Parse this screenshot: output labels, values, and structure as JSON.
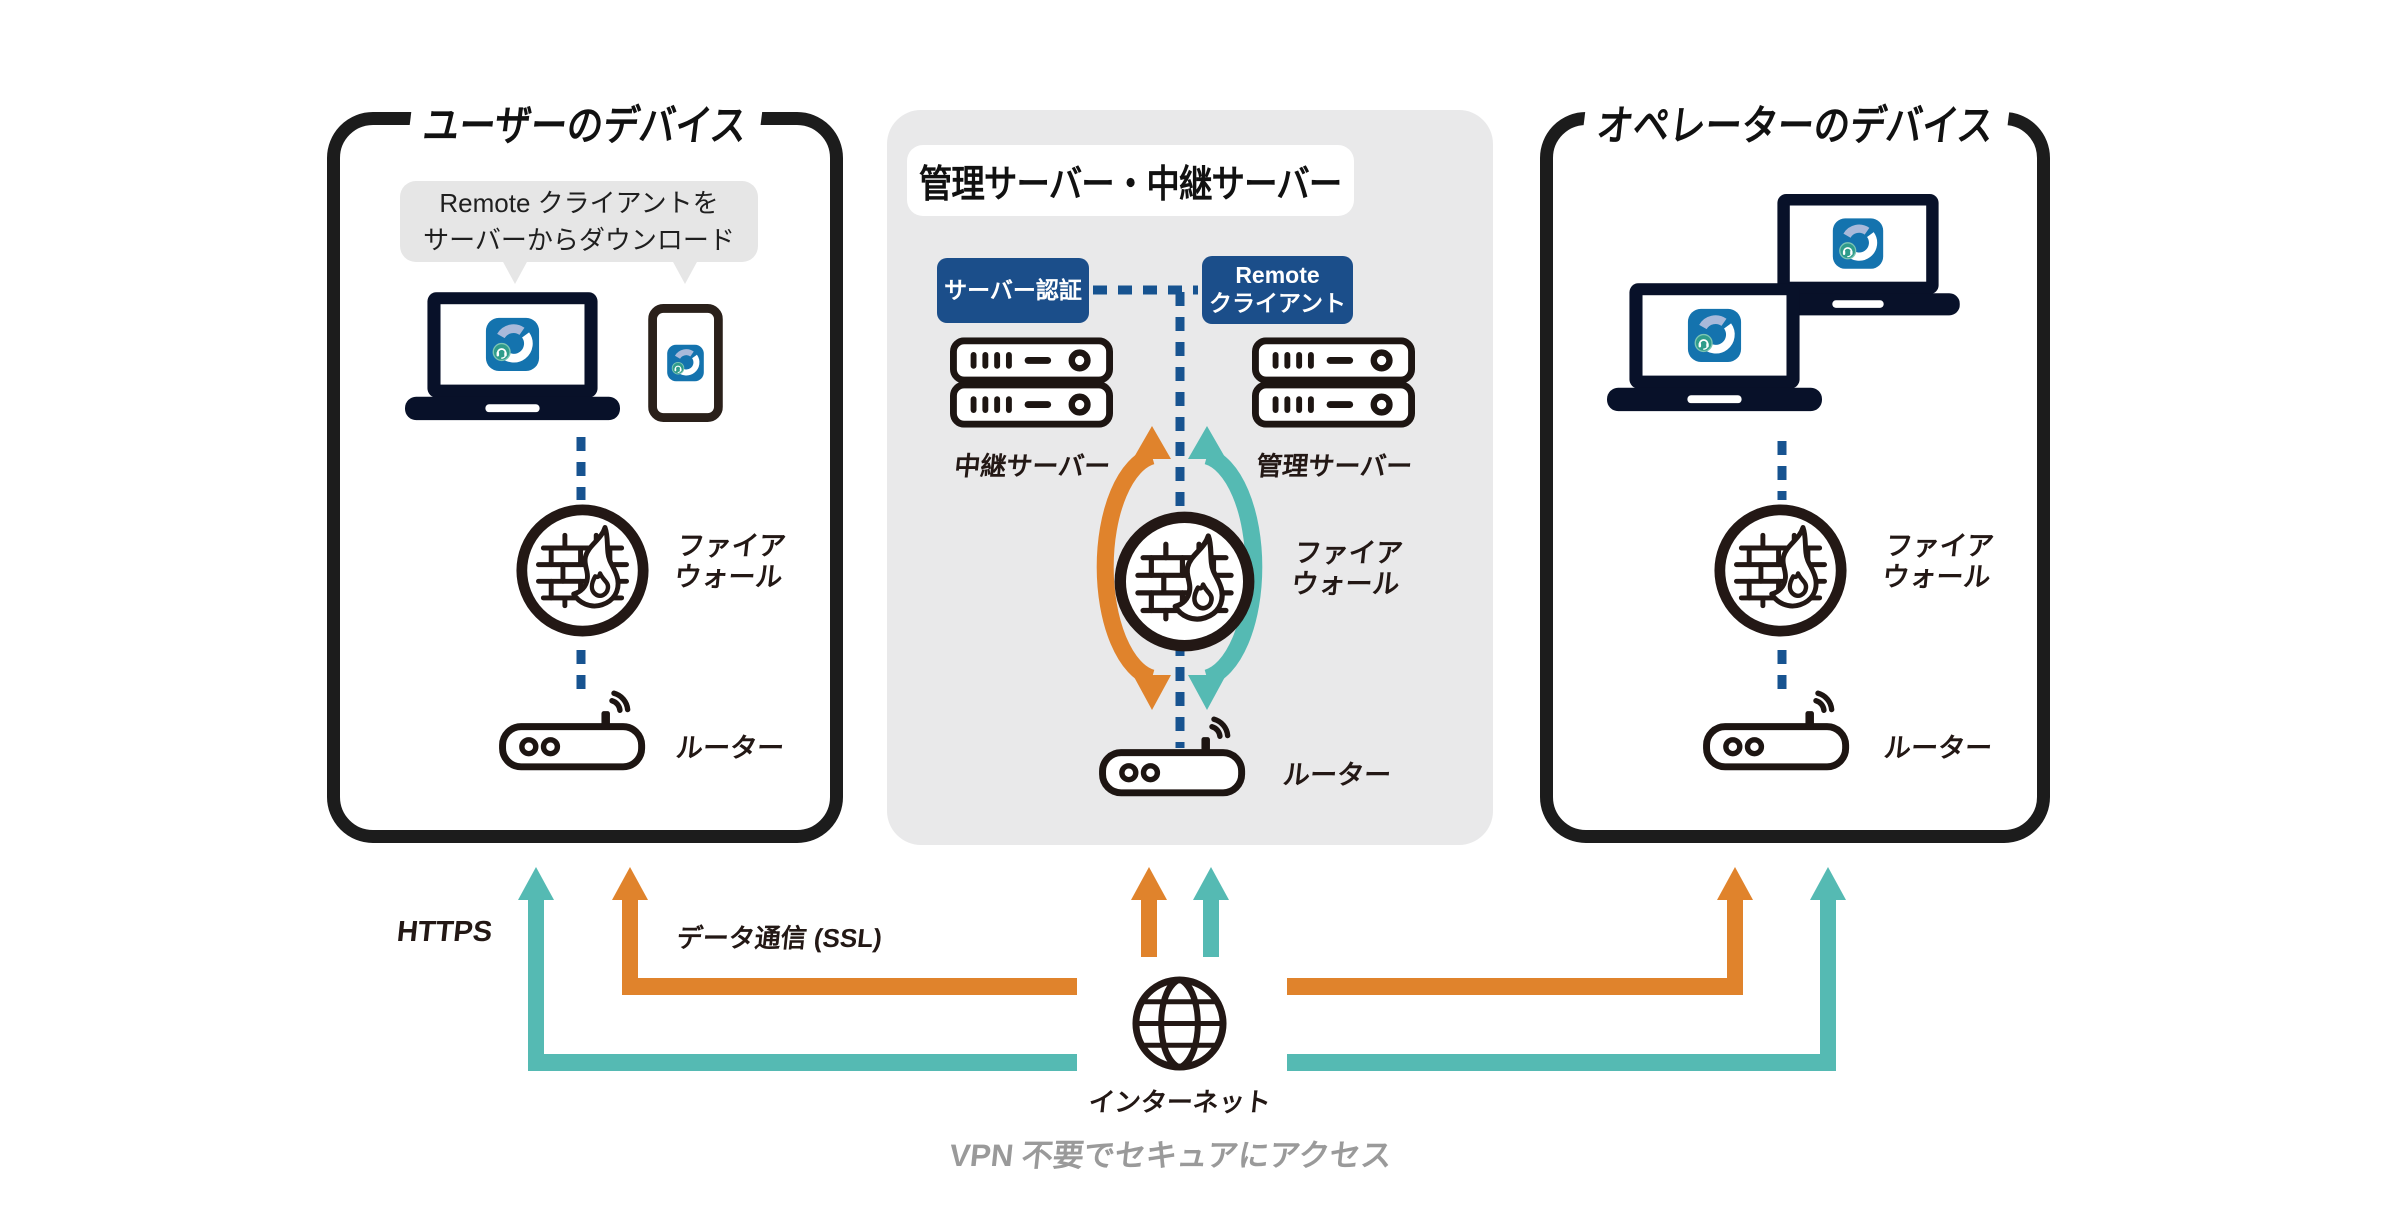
{
  "left_box": {
    "title": "ユーザーのデバイス",
    "tooltip": {
      "line1": "Remote クライアントを",
      "line2": "サーバーからダウンロード"
    },
    "firewall_label": {
      "line1": "ファイア",
      "line2": "ウォール"
    },
    "router_label": "ルーター"
  },
  "middle_box": {
    "title": "管理サーバー・中継サーバー",
    "auth_badge": "サーバー認証",
    "client_badge": {
      "line1": "Remote",
      "line2": "クライアント"
    },
    "relay_server_label": "中継サーバー",
    "mgmt_server_label": "管理サーバー",
    "firewall_label": {
      "line1": "ファイア",
      "line2": "ウォール"
    },
    "router_label": "ルーター"
  },
  "right_box": {
    "title": "オペレーターのデバイス",
    "firewall_label": {
      "line1": "ファイア",
      "line2": "ウォール"
    },
    "router_label": "ルーター"
  },
  "bottom": {
    "https_label": "HTTPS",
    "ssl_label": "データ通信 (SSL)",
    "internet_label": "インターネット",
    "vpn_note": "VPN 不要でセキュアにアクセス"
  },
  "icons": {
    "app": "remote-app-icon",
    "laptop": "laptop-icon",
    "phone": "smartphone-icon",
    "firewall": "firewall-icon",
    "router": "router-icon",
    "server": "server-rack-icon",
    "globe": "internet-globe-icon"
  },
  "colors": {
    "orange": "#e0832c",
    "teal": "#55bab3",
    "badge_blue": "#1b4e8a",
    "dash_blue": "#175390",
    "icon_dark": "#231815",
    "laptop_navy": "#081129",
    "app_blue": "#1473ae",
    "panel_gray": "#e9e9ea",
    "tooltip_gray": "#e6e6e6",
    "note_gray": "#9a9a9a"
  }
}
